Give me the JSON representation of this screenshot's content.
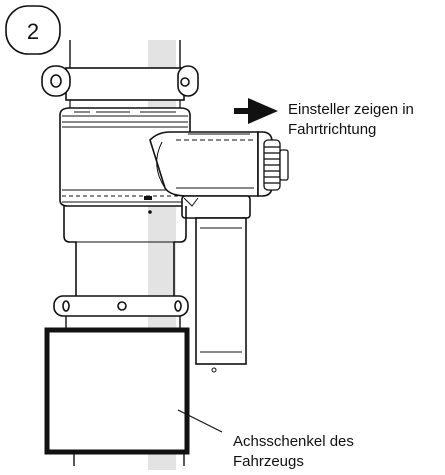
{
  "figure": {
    "step_number": "2",
    "direction_label_line1": "Einsteller zeigen in",
    "direction_label_line2": "Fahrtrichtung",
    "axle_label_line1": "Achsschenkel des",
    "axle_label_line2": "Fahrzeugs"
  },
  "colors": {
    "line": "#111111",
    "shaft": "#e3e3e3",
    "background": "#ffffff"
  },
  "icons": {
    "direction": "arrow-right-icon",
    "step": "circled-number-badge"
  }
}
